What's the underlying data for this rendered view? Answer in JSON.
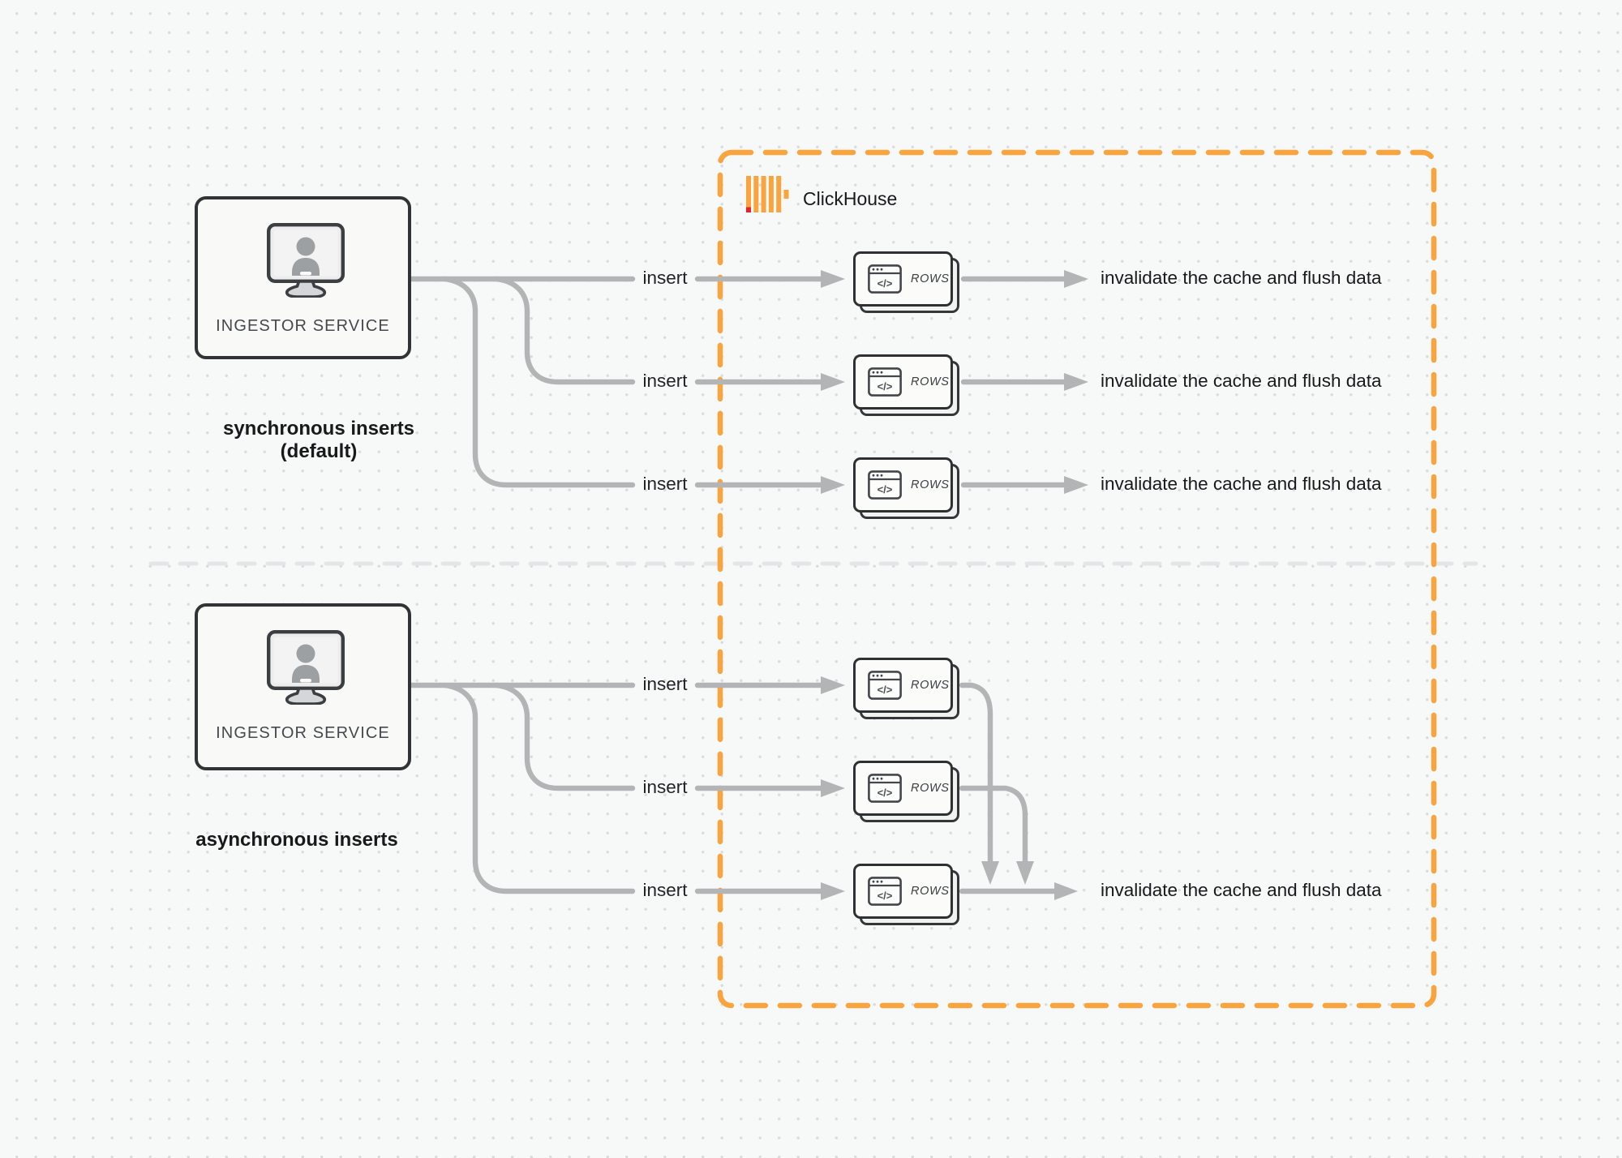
{
  "brand": {
    "name": "ClickHouse"
  },
  "card": {
    "label": "ROWS",
    "icon_glyph": "</>"
  },
  "sections": [
    {
      "caption": "synchronous inserts (default)",
      "service_label": "INGESTOR SERVICE",
      "rows": [
        {
          "insert_label": "insert",
          "result_label": "invalidate the cache and flush data"
        },
        {
          "insert_label": "insert",
          "result_label": "invalidate the cache and flush data"
        },
        {
          "insert_label": "insert",
          "result_label": "invalidate the cache and flush data"
        }
      ]
    },
    {
      "caption": "asynchronous inserts",
      "service_label": "INGESTOR SERVICE",
      "rows": [
        {
          "insert_label": "insert"
        },
        {
          "insert_label": "insert"
        },
        {
          "insert_label": "insert",
          "result_label": "invalidate the cache and flush data"
        }
      ]
    }
  ],
  "colors": {
    "accent_orange": "#F9A43C",
    "brand_red": "#E6232A",
    "connector_gray": "#B2B4B5",
    "ink": "#17191B"
  }
}
